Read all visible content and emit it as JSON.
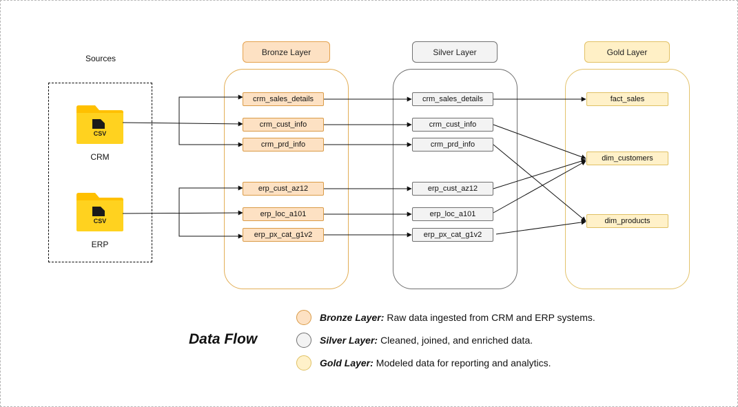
{
  "sources": {
    "title": "Sources",
    "items": [
      {
        "id": "crm",
        "label": "CRM",
        "file_type": "CSV",
        "icon": "csv-folder-icon"
      },
      {
        "id": "erp",
        "label": "ERP",
        "file_type": "CSV",
        "icon": "csv-folder-icon"
      }
    ]
  },
  "layers": {
    "bronze": {
      "title": "Bronze Layer",
      "color": "#fde1c3",
      "nodes": [
        "crm_sales_details",
        "crm_cust_info",
        "crm_prd_info",
        "erp_cust_az12",
        "erp_loc_a101",
        "erp_px_cat_g1v2"
      ]
    },
    "silver": {
      "title": "Silver Layer",
      "color": "#f3f3f3",
      "nodes": [
        "crm_sales_details",
        "crm_cust_info",
        "crm_prd_info",
        "erp_cust_az12",
        "erp_loc_a101",
        "erp_px_cat_g1v2"
      ]
    },
    "gold": {
      "title": "Gold Layer",
      "color": "#fff1c9",
      "nodes": [
        "fact_sales",
        "dim_customers",
        "dim_products"
      ]
    }
  },
  "legend": {
    "title": "Data Flow",
    "items": [
      {
        "name": "Bronze Layer:",
        "description": "Raw data ingested from CRM and ERP systems."
      },
      {
        "name": "Silver Layer:",
        "description": "Cleaned, joined, and enriched data."
      },
      {
        "name": "Gold Layer:",
        "description": "Modeled data for reporting and analytics."
      }
    ]
  }
}
